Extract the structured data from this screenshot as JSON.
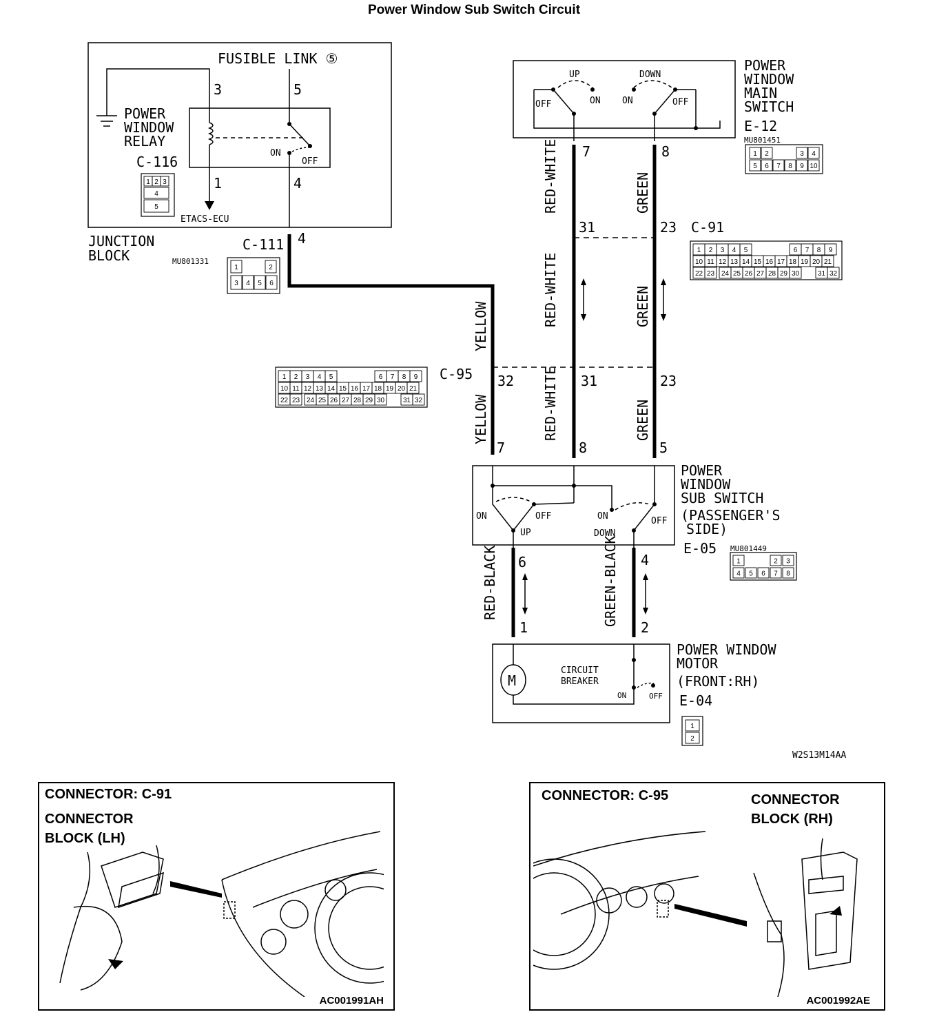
{
  "title": "Power Window Sub Switch Circuit",
  "figure_code": "W2S13M14AA",
  "junction_block": {
    "label": "JUNCTION BLOCK",
    "fusible_link": "FUSIBLE LINK ⑤",
    "relay_label": "POWER WINDOW RELAY",
    "relay_connector": "C-116",
    "etacs": "ETACS-ECU",
    "connector": "C-111",
    "part_no": "MU801331",
    "pins": [
      "3",
      "5",
      "1",
      "4",
      "4"
    ],
    "switch_on": "ON",
    "switch_off": "OFF"
  },
  "main_switch": {
    "label": "POWER WINDOW MAIN SWITCH",
    "connector": "E-12",
    "part_no": "MU801451",
    "up": "UP",
    "down": "DOWN",
    "off": "OFF",
    "on": "ON",
    "pins": [
      "7",
      "8"
    ]
  },
  "c91": {
    "label": "C-91",
    "pins": [
      "31",
      "23"
    ]
  },
  "c95": {
    "label": "C-95",
    "pins": [
      "32",
      "31",
      "23"
    ]
  },
  "wires": {
    "red_white": "RED-WHITE",
    "green": "GREEN",
    "yellow": "YELLOW",
    "red_black": "RED-BLACK",
    "green_black": "GREEN-BLACK"
  },
  "sub_switch": {
    "label": "POWER WINDOW SUB SWITCH (PASSENGER'S SIDE)",
    "connector": "E-05",
    "part_no": "MU801449",
    "pins_top": [
      "7",
      "8",
      "5"
    ],
    "pins_bottom": [
      "6",
      "4"
    ],
    "on": "ON",
    "off": "OFF",
    "up": "UP",
    "down": "DOWN"
  },
  "motor": {
    "label": "POWER WINDOW MOTOR (FRONT:RH)",
    "connector": "E-04",
    "breaker": "CIRCUIT BREAKER",
    "motor_symbol": "M",
    "pins": [
      "1",
      "2"
    ],
    "on": "ON",
    "off": "OFF"
  },
  "connector_tables": {
    "c116": [
      "1",
      "2",
      "3",
      "4",
      "5"
    ],
    "c111": [
      "1",
      "2",
      "3",
      "4",
      "5",
      "6"
    ],
    "e12": [
      "1",
      "2",
      "3",
      "4",
      "5",
      "6",
      "7",
      "8",
      "9",
      "10"
    ],
    "c9x": [
      "1",
      "2",
      "3",
      "4",
      "5",
      "6",
      "7",
      "8",
      "9",
      "10",
      "11",
      "12",
      "13",
      "14",
      "15",
      "16",
      "17",
      "18",
      "19",
      "20",
      "21",
      "22",
      "23",
      "24",
      "25",
      "26",
      "27",
      "28",
      "29",
      "30",
      "31",
      "32"
    ],
    "e05": [
      "1",
      "2",
      "3",
      "4",
      "5",
      "6",
      "7",
      "8"
    ],
    "e04": [
      "1",
      "2"
    ]
  },
  "panels": [
    {
      "title": "CONNECTOR: C-91",
      "subtitle": "CONNECTOR BLOCK (LH)",
      "code": "AC001991AH"
    },
    {
      "title": "CONNECTOR: C-95",
      "subtitle": "CONNECTOR BLOCK (RH)",
      "code": "AC001992AE"
    }
  ]
}
